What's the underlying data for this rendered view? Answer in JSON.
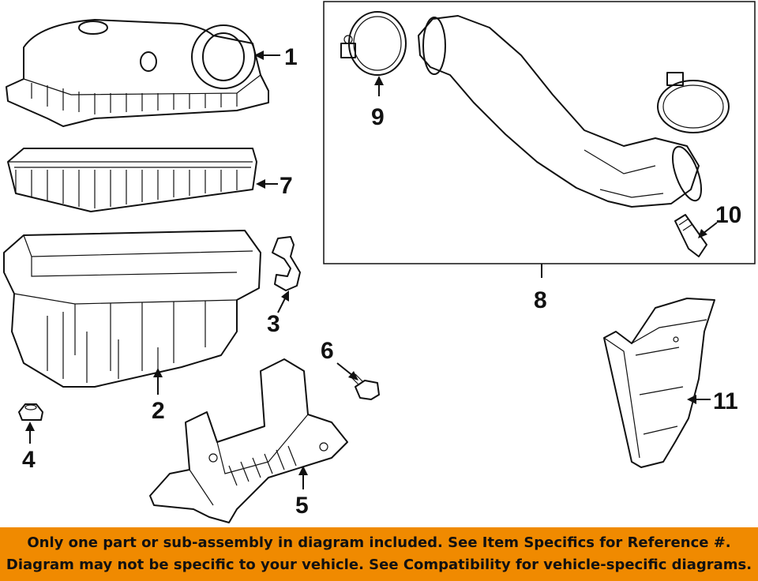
{
  "callouts": {
    "c1": "1",
    "c2": "2",
    "c3": "3",
    "c4": "4",
    "c5": "5",
    "c6": "6",
    "c7": "7",
    "c8": "8",
    "c9": "9",
    "c10": "10",
    "c11": "11"
  },
  "banner": {
    "line1": "Only one part or sub-assembly in diagram included. See Item Specifics for Reference #.",
    "line2": "Diagram may not be specific to your vehicle. See Compatibility for vehicle-specific diagrams."
  },
  "colors": {
    "banner_background": "#f08a00",
    "line_art": "#111111",
    "background": "#ffffff"
  }
}
